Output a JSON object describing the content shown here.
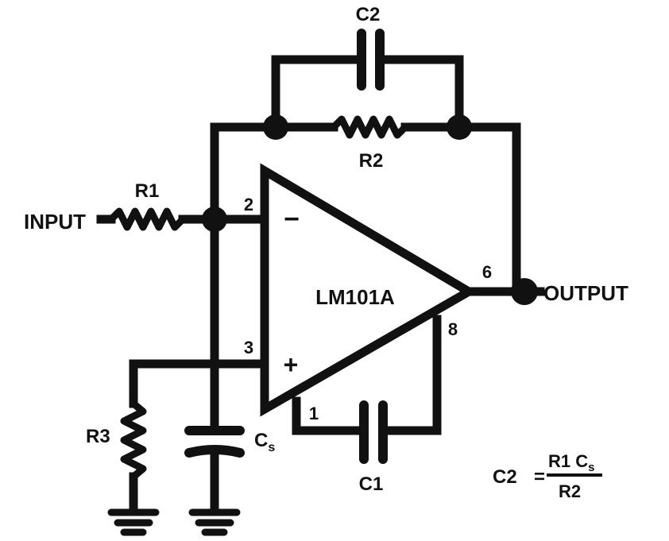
{
  "component": {
    "name": "LM101A"
  },
  "terminals": {
    "input": "INPUT",
    "output": "OUTPUT"
  },
  "pins": {
    "inverting": "2",
    "noninverting": "3",
    "output": "6",
    "comp_a": "8",
    "comp_b": "1"
  },
  "pin_signs": {
    "inverting": "−",
    "noninverting": "+"
  },
  "parts": {
    "r1": "R1",
    "r2": "R2",
    "r3": "R3",
    "c1": "C1",
    "c2": "C2",
    "cs": "C",
    "cs_sub": "s"
  },
  "formula": {
    "lhs": "C2",
    "equals": "=",
    "numerator": "R1 C",
    "numerator_sub": "s",
    "denominator": "R2"
  }
}
